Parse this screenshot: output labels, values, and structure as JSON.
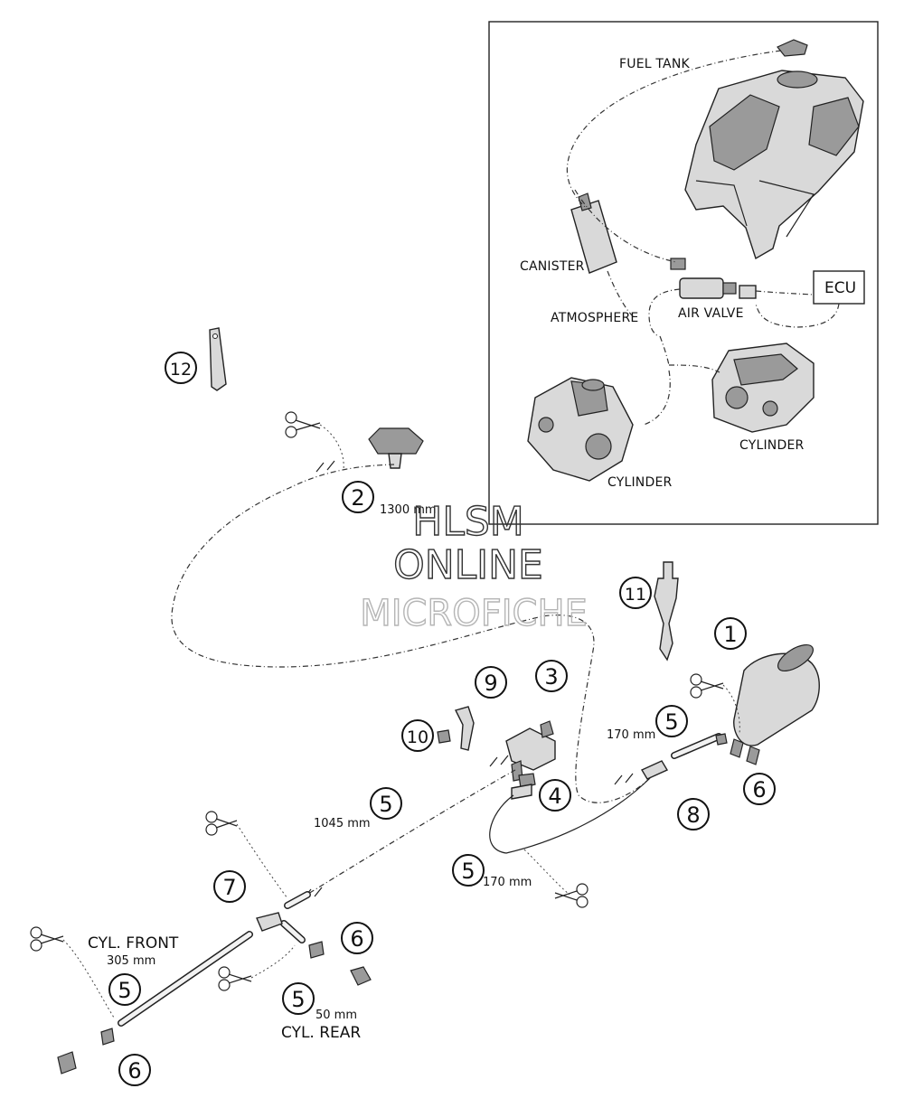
{
  "inset": {
    "labels": {
      "fuel_tank": "FUEL TANK",
      "canister": "CANISTER",
      "atmosphere": "ATMOSPHERE",
      "air_valve": "AIR VALVE",
      "ecu": "ECU",
      "cylinder_rear": "CYLINDER",
      "cylinder_front": "CYLINDER"
    }
  },
  "callouts": {
    "c1": "1",
    "c2": "2",
    "c3": "3",
    "c4": "4",
    "c5a": "5",
    "c5b": "5",
    "c5c": "5",
    "c5d": "5",
    "c5e": "5",
    "c6a": "6",
    "c6b": "6",
    "c6c": "6",
    "c7": "7",
    "c8": "8",
    "c9": "9",
    "c10": "10",
    "c11": "11",
    "c12": "12"
  },
  "dimensions": {
    "hose_2": "1300 mm",
    "hose_5_top": "170 mm",
    "hose_5_mid": "1045 mm",
    "hose_5_low": "170 mm",
    "hose_5_front": "305 mm",
    "hose_5_rear": "50 mm"
  },
  "labels": {
    "cyl_front": "CYL. FRONT",
    "cyl_rear": "CYL. REAR"
  },
  "watermark": {
    "line1": "HLSM",
    "line2": "ONLINE",
    "line3": "MICROFICHE"
  }
}
